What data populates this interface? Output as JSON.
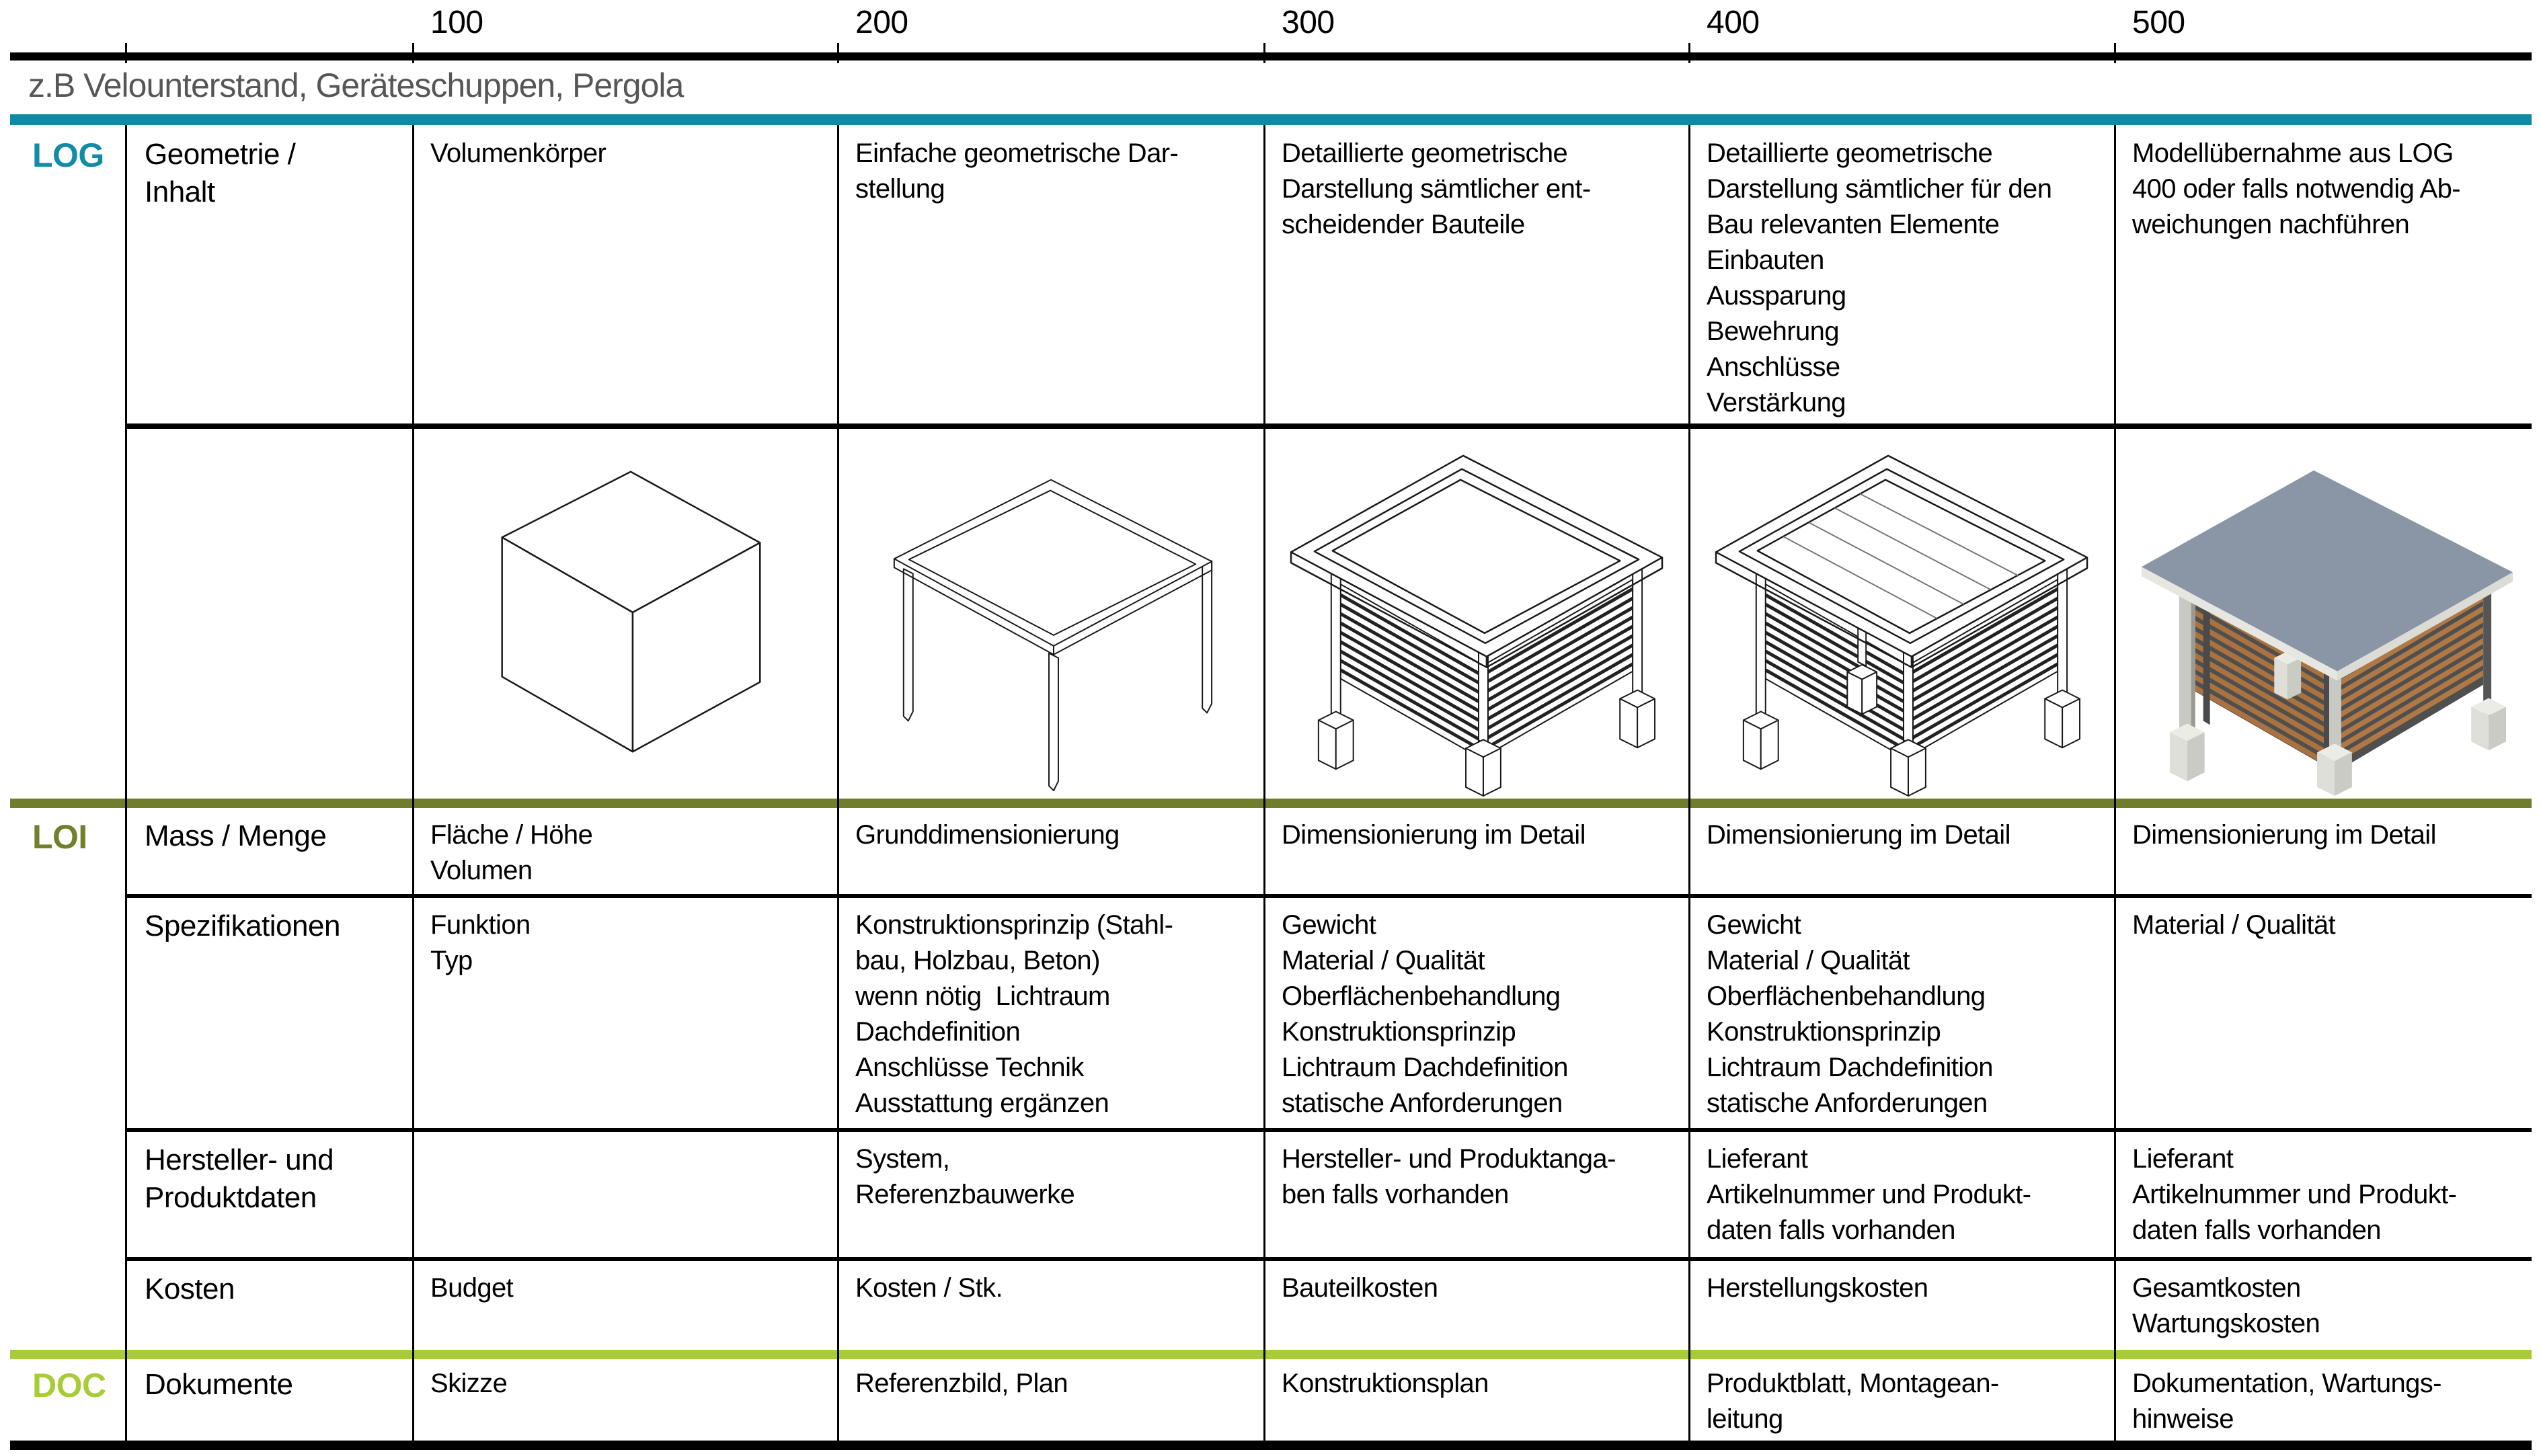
{
  "header": {
    "columns": [
      "100",
      "200",
      "300",
      "400",
      "500"
    ]
  },
  "subtitle": "z.B Velounterstand, Geräteschuppen, Pergola",
  "sections": {
    "log": {
      "label": "LOG"
    },
    "loi": {
      "label": "LOI"
    },
    "doc": {
      "label": "DOC"
    }
  },
  "rows": {
    "geometrie": {
      "label": "Geometrie /\nInhalt",
      "cells": [
        "Volumenkörper",
        "Einfache geometrische Dar-\nstellung",
        "Detaillierte geometrische\nDarstellung sämtlicher ent-\nscheidender Bauteile",
        "Detaillierte geometrische\nDarstellung sämtlicher für den\nBau relevanten Elemente\nEinbauten\nAussparung\nBewehrung\nAnschlüsse\nVerstärkung",
        "Modellübernahme aus LOG\n400 oder falls notwendig Ab-\nweichungen nachführen"
      ]
    },
    "mass": {
      "label": "Mass / Menge",
      "cells": [
        "Fläche / Höhe\nVolumen",
        "Grunddimensionierung",
        "Dimensionierung im Detail",
        "Dimensionierung im Detail",
        "Dimensionierung im Detail"
      ]
    },
    "spez": {
      "label": "Spezifikationen",
      "cells": [
        "Funktion\nTyp",
        "Konstruktionsprinzip (Stahl-\nbau, Holzbau, Beton)\nwenn nötig  Lichtraum\nDachdefinition\nAnschlüsse Technik\nAusstattung ergänzen",
        "Gewicht\nMaterial / Qualität\nOberflächenbehandlung\nKonstruktionsprinzip\nLichtraum Dachdefinition\nstatische Anforderungen",
        "Gewicht\nMaterial / Qualität\nOberflächenbehandlung\nKonstruktionsprinzip\nLichtraum Dachdefinition\nstatische Anforderungen",
        "Material / Qualität"
      ]
    },
    "hersteller": {
      "label": "Hersteller- und\nProduktdaten",
      "cells": [
        "",
        "System,\nReferenzbauwerke",
        "Hersteller- und Produktanga-\nben falls vorhanden",
        "Lieferant\nArtikelnummer und Produkt-\ndaten falls vorhanden",
        "Lieferant\nArtikelnummer und Produkt-\ndaten falls vorhanden"
      ]
    },
    "kosten": {
      "label": "Kosten",
      "cells": [
        "Budget",
        "Kosten / Stk.",
        "Bauteilkosten",
        "Herstellungskosten",
        "Gesamtkosten\nWartungskosten"
      ]
    },
    "dokumente": {
      "label": "Dokumente",
      "cells": [
        "Skizze",
        "Referenzbild, Plan",
        "Konstruktionsplan",
        "Produktblatt, Montagean-\nleitung",
        "Dokumentation, Wartungs-\nhinweise"
      ]
    }
  },
  "figures": [
    "volumenkoerper-wireframe-box",
    "grundstruktur-dach-auf-stuetzen-wireframe",
    "detaillierte-pergola-wireframe-mit-lamellen",
    "detaillierte-pergola-wireframe-offenes-dach",
    "gerendertes-pergola-modell"
  ],
  "colors": {
    "log_teal": "#128CA6",
    "teal_bar": "#0E8BA4",
    "loi_olive": "#72802E",
    "doc_green": "#A8CC37",
    "subtitle_gray": "#565656",
    "roof_render": "#8A95A6",
    "wood_render": "#A9723E"
  }
}
